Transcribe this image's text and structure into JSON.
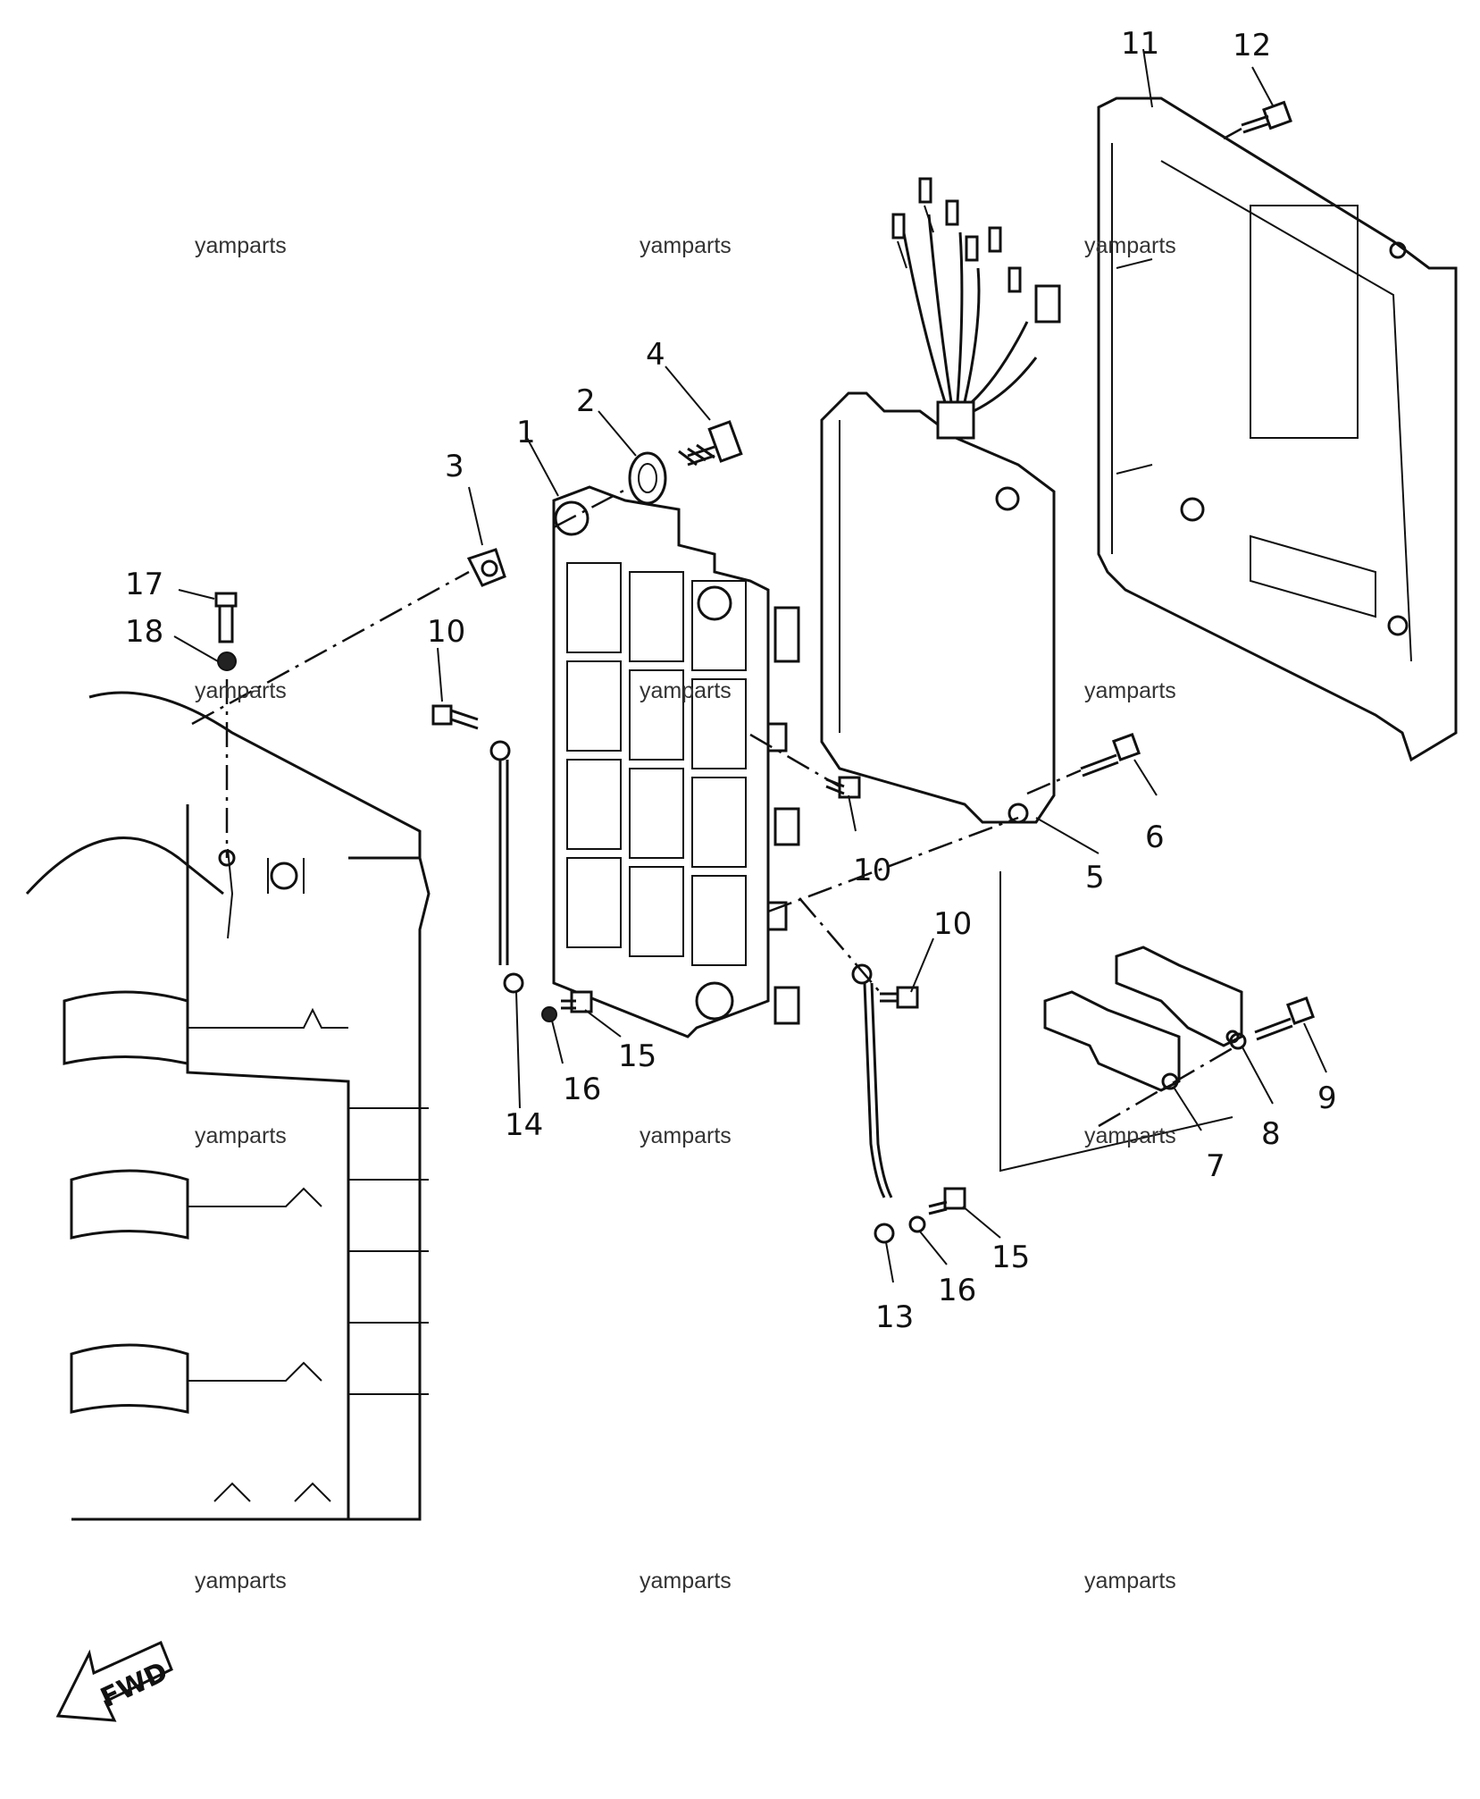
{
  "diagram": {
    "part_numbers": {
      "p1": "1",
      "p2": "2",
      "p3": "3",
      "p4": "4",
      "p5": "5",
      "p6": "6",
      "p7": "7",
      "p8": "8",
      "p9": "9",
      "p10a": "10",
      "p10b": "10",
      "p10c": "10",
      "p11": "11",
      "p12": "12",
      "p13": "13",
      "p14": "14",
      "p15a": "15",
      "p15b": "15",
      "p16a": "16",
      "p16b": "16",
      "p17": "17",
      "p18": "18"
    },
    "watermark": "yamparts",
    "fwd_label": "FWD"
  }
}
